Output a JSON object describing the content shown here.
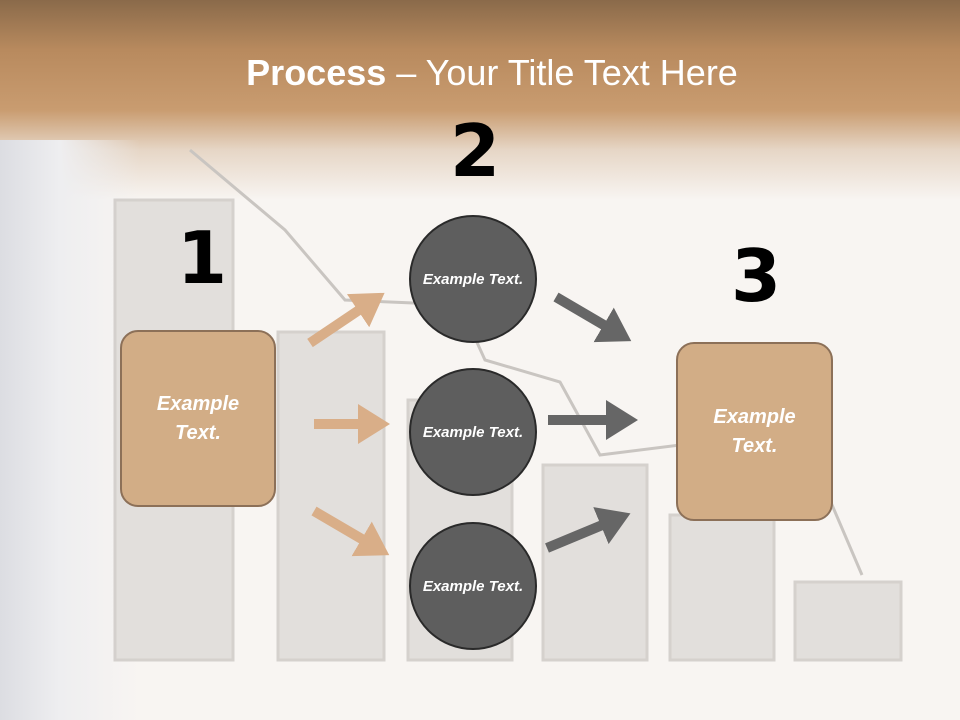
{
  "title": {
    "bold": "Process",
    "rest": " – Your Title Text Here"
  },
  "steps": [
    {
      "number": "1",
      "text": "Example Text."
    },
    {
      "number": "2",
      "items": [
        "Example Text.",
        "Example Text.",
        "Example Text."
      ]
    },
    {
      "number": "3",
      "text": "Example Text."
    }
  ],
  "colors": {
    "header_band": "#c99c70",
    "box_fill": "#d2ad86",
    "circle_fill": "#5e5e5e",
    "tan_arrow": "#d9ae88",
    "gray_arrow": "#666666"
  }
}
